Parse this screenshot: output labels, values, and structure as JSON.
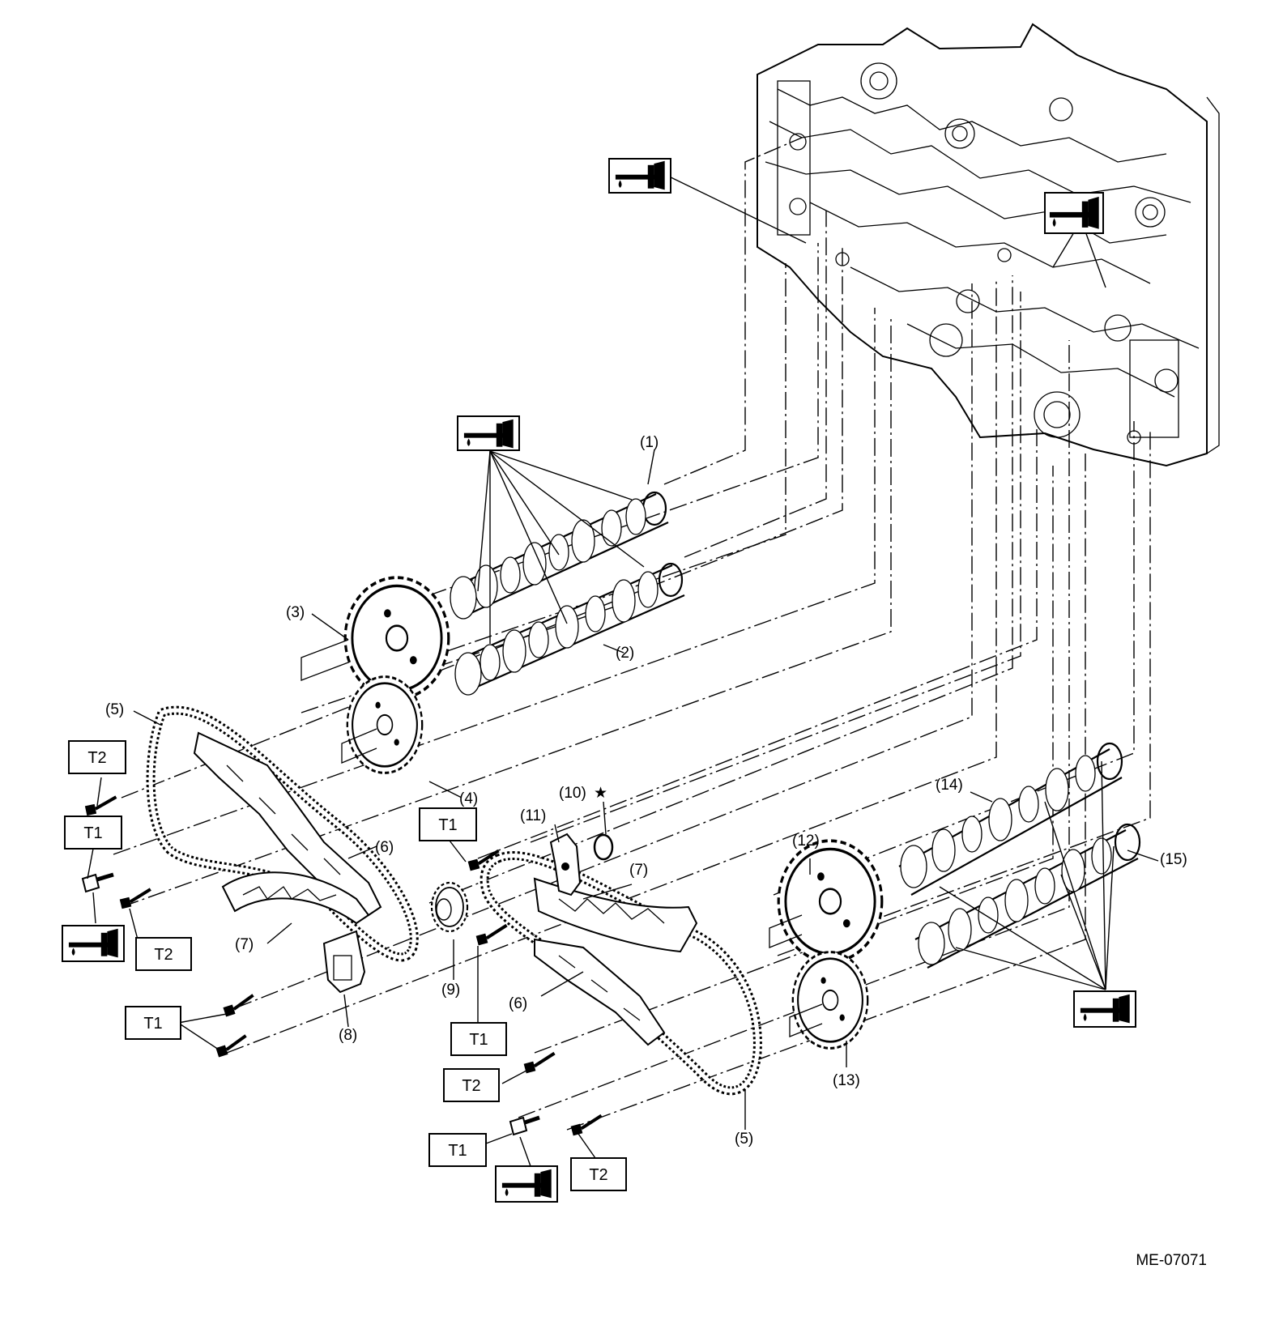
{
  "figure_id": "ME-07071",
  "part_callouts": [
    {
      "id": "1",
      "text": "(1)"
    },
    {
      "id": "2",
      "text": "(2)"
    },
    {
      "id": "3",
      "text": "(3)"
    },
    {
      "id": "4",
      "text": "(4)"
    },
    {
      "id": "5a",
      "text": "(5)"
    },
    {
      "id": "5b",
      "text": "(5)"
    },
    {
      "id": "6a",
      "text": "(6)"
    },
    {
      "id": "6b",
      "text": "(6)"
    },
    {
      "id": "7a",
      "text": "(7)"
    },
    {
      "id": "7b",
      "text": "(7)"
    },
    {
      "id": "8",
      "text": "(8)"
    },
    {
      "id": "9",
      "text": "(9)"
    },
    {
      "id": "10",
      "text": "(10)"
    },
    {
      "id": "11",
      "text": "(11)"
    },
    {
      "id": "12",
      "text": "(12)"
    },
    {
      "id": "13",
      "text": "(13)"
    },
    {
      "id": "14",
      "text": "(14)"
    },
    {
      "id": "15",
      "text": "(15)"
    }
  ],
  "torque_labels": [
    {
      "id": "t2a",
      "text": "T2"
    },
    {
      "id": "t1a",
      "text": "T1"
    },
    {
      "id": "t2b",
      "text": "T2"
    },
    {
      "id": "t1b",
      "text": "T1"
    },
    {
      "id": "t1c",
      "text": "T1"
    },
    {
      "id": "t1d",
      "text": "T1"
    },
    {
      "id": "t2c",
      "text": "T2"
    },
    {
      "id": "t1e",
      "text": "T1"
    },
    {
      "id": "t2d",
      "text": "T2"
    }
  ],
  "oil_symbols": [
    {
      "id": "oil-top-left",
      "icon": "engine-oil-icon"
    },
    {
      "id": "oil-top-right",
      "icon": "engine-oil-icon"
    },
    {
      "id": "oil-camshaft-left",
      "icon": "engine-oil-icon"
    },
    {
      "id": "oil-left-bolt",
      "icon": "engine-oil-icon"
    },
    {
      "id": "oil-bottom-bolt",
      "icon": "engine-oil-icon"
    },
    {
      "id": "oil-camshaft-right",
      "icon": "engine-oil-icon"
    }
  ],
  "star_marker": "★"
}
